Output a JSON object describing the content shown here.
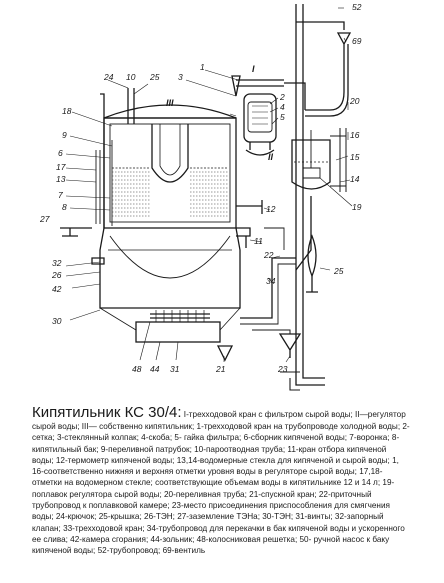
{
  "diagram": {
    "labels": {
      "n1": "1",
      "n2": "2",
      "n3": "3",
      "n4": "4",
      "n5": "5",
      "n6": "6",
      "n7": "7",
      "n8": "8",
      "n9": "9",
      "n10": "10",
      "n11": "11",
      "n12": "12",
      "n13": "13",
      "n14": "14",
      "n15": "15",
      "n16": "16",
      "n17": "17",
      "n18": "18",
      "n19": "19",
      "n20": "20",
      "n21": "21",
      "n22": "22",
      "n23": "23",
      "n24": "24",
      "n25": "25",
      "n26": "26",
      "n27": "27",
      "n30": "30",
      "n31": "31",
      "n32": "32",
      "n34": "34",
      "n42": "42",
      "n44": "44",
      "n48": "48",
      "n52": "52",
      "n69": "69",
      "rI": "I",
      "rII": "II",
      "rIII": "III"
    }
  },
  "caption": {
    "title": "Кипятильник КС 30/4:",
    "body": " I-трехходовой кран с фильтром сырой воды; II—регулятор сырой воды; III— собственно кипятильник; 1-трехходовой кран на трубопроводе холодной воды; 2-сетка; 3-стеклянный колпак; 4-скоба; 5- гайка фильтра; 6-сборник кипяченой воды; 7-воронка; 8- кипятильный бак; 9-переливной патрубок; 10-пароотводная труба; 11-кран отбора кипяченой воды; 12-термометр кипяченой воды; 13,14-водомерные стекла для кипяченой и сырой воды; 1, 16-соответственно нижняя и верхняя отметки уровня воды в регуляторе сырой воды; 17,18-отметки на водомерном стекле; соответствующие объемам воды в кипятильнике 12 и 14 л; 19-поплавок регулятора сырой воды; 20-переливная труба; 21-спускной кран; 22-приточный трубопровод к поплавковой камере; 23-место присоединения приспособления для смягчения воды; 24-крючок; 25-крышка; 26-ТЭН; 27-заземление ТЭНа; 30-ТЭН; 31-винты; 32-запорный клапан; 33-трехходовой кран; 34-трубопровод для перекачки в бак кипяченой воды и ускоренного ее слива; 42-камера сгорания; 44-зольник; 48-колосниковая решетка; 50- ручной насос к баку кипяченой воды; 52-трубопровод; 69-вентиль"
  }
}
